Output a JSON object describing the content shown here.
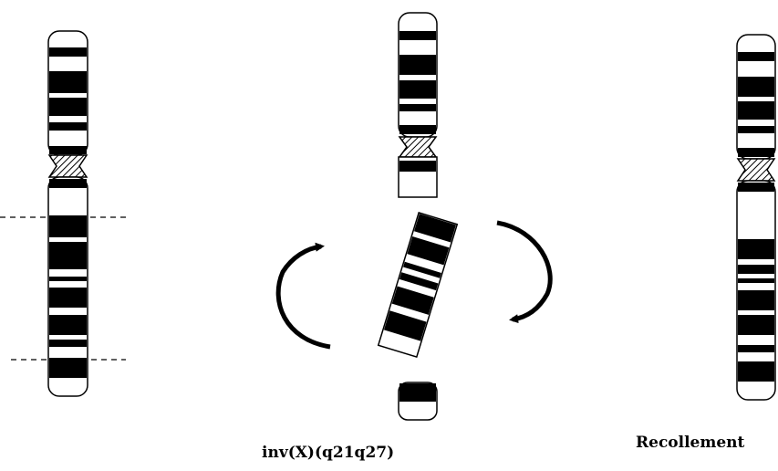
{
  "captions": {
    "inversion_label": "inv(X)(q21q27)",
    "recollement_label": "Recollement"
  },
  "colors": {
    "band": "#000000",
    "background": "#ffffff",
    "outline": "#000000",
    "centromere_hatch": "#000000"
  },
  "figure": {
    "panels": [
      "normal-x-chromosome",
      "broken-chromosome-with-inverted-segment",
      "rearranged-chromosome"
    ],
    "breakpoints": [
      "q21",
      "q27"
    ],
    "rotation_arrows": 2
  }
}
